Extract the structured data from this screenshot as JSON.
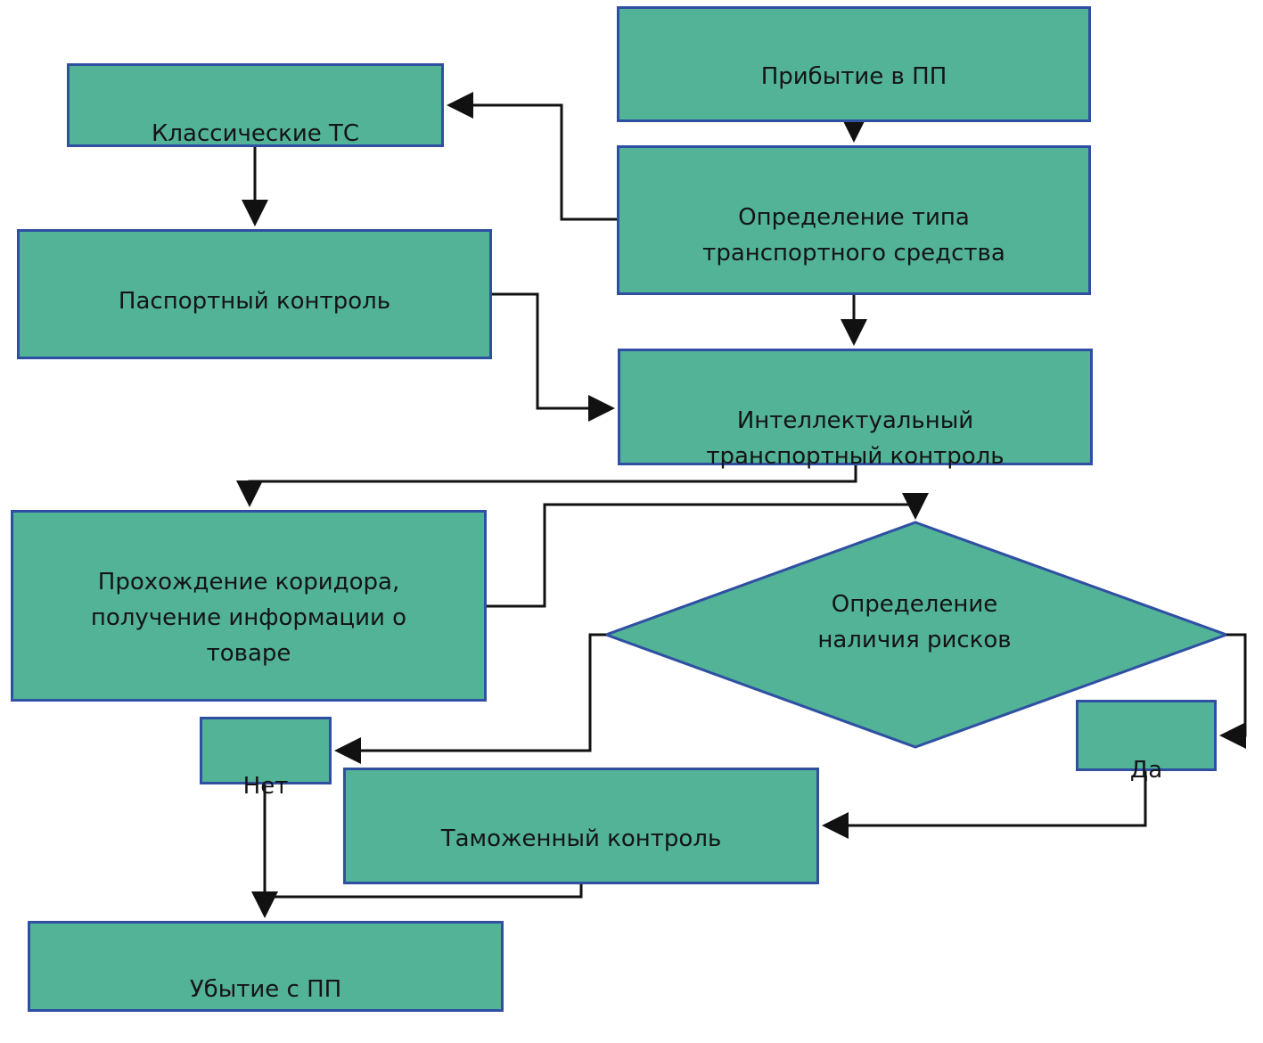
{
  "diagram": {
    "type": "flowchart",
    "colors": {
      "node_fill": "#52b397",
      "node_border": "#2f4fa3",
      "connector": "#111111",
      "text": "#141414"
    },
    "nodes": {
      "arrival": {
        "label": "Прибытие в ПП",
        "shape": "rectangle"
      },
      "vehicle_type": {
        "label": "Определение типа\nтранспортного средства",
        "shape": "rectangle"
      },
      "classic": {
        "label": "Классические  ТС",
        "shape": "rectangle"
      },
      "passport": {
        "label": "Паспортный  контроль",
        "shape": "rectangle"
      },
      "intelligent": {
        "label": "Интеллектуальный\nтранспортный контроль",
        "shape": "rectangle"
      },
      "corridor": {
        "label": "Прохождение коридора,\nполучение  информации о\nтоваре",
        "shape": "rectangle"
      },
      "risk": {
        "label": "Определение\nналичия рисков",
        "shape": "diamond"
      },
      "no": {
        "label": "Нет",
        "shape": "rectangle"
      },
      "yes": {
        "label": "Да",
        "shape": "rectangle"
      },
      "customs": {
        "label": "Таможенный контроль",
        "shape": "rectangle"
      },
      "departure": {
        "label": "Убытие с ПП",
        "shape": "rectangle"
      }
    },
    "edges": [
      {
        "from": "arrival",
        "to": "vehicle_type"
      },
      {
        "from": "vehicle_type",
        "to": "classic"
      },
      {
        "from": "classic",
        "to": "passport"
      },
      {
        "from": "passport",
        "to": "intelligent"
      },
      {
        "from": "vehicle_type",
        "to": "intelligent"
      },
      {
        "from": "intelligent",
        "to": "corridor"
      },
      {
        "from": "corridor",
        "to": "risk"
      },
      {
        "from": "risk",
        "to": "no"
      },
      {
        "from": "risk",
        "to": "yes"
      },
      {
        "from": "yes",
        "to": "customs"
      },
      {
        "from": "no",
        "to": "departure"
      },
      {
        "from": "customs",
        "to": "departure"
      }
    ]
  }
}
